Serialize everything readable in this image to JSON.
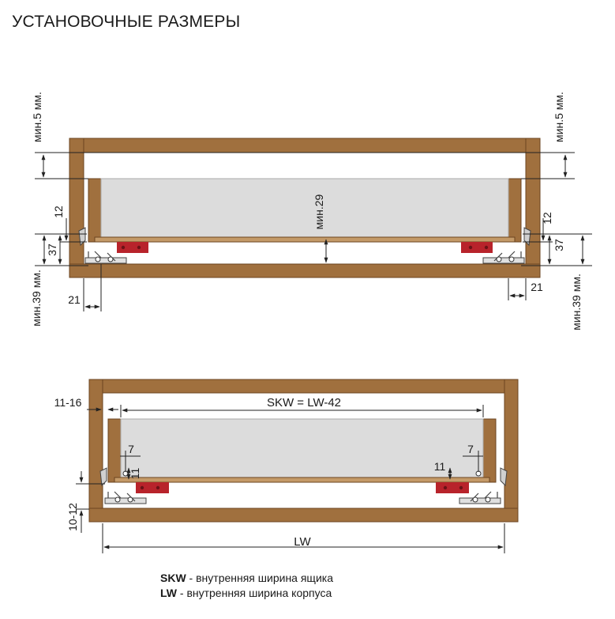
{
  "page": {
    "title": "УСТАНОВОЧНЫЕ РАЗМЕРЫ"
  },
  "colors": {
    "cabinet_wood": "#a0703e",
    "drawer_panel": "#dcdcdc",
    "slide_bracket": "#b8232b",
    "dimension_line": "#222222"
  },
  "top_view": {
    "left_gap_label": "мин.5 мм.",
    "right_gap_label": "мин.5 мм.",
    "center_clearance": "мин.29",
    "left_12": "12",
    "right_12": "12",
    "left_37": "37",
    "right_37": "37",
    "left_min39": "мин.39 мм.",
    "right_min39": "мин.39 мм.",
    "left_21": "21",
    "right_21": "21"
  },
  "bottom_view": {
    "skw_formula": "SKW = LW-42",
    "side_gap": "11-16",
    "left_7": "7",
    "left_11": "11",
    "right_7": "7",
    "right_11": "11",
    "bottom_gap": "10-12",
    "lw_label": "LW"
  },
  "legend": [
    {
      "term": "SKW",
      "text": " - внутренняя ширина ящика"
    },
    {
      "term": "LW",
      "text": " - внутренняя ширина корпуса"
    }
  ]
}
